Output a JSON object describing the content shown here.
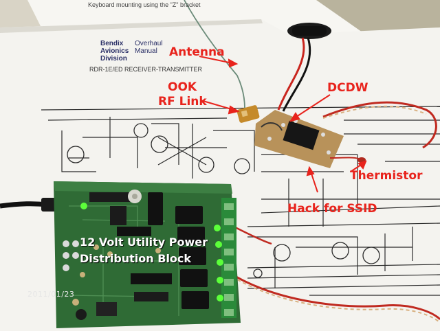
{
  "callouts": {
    "antenna": "Antenna",
    "ook": "OOK",
    "rf_link": "RF Link",
    "dcdw": "DCDW",
    "thermistor": "Thermistor",
    "hack": "Hack for SSID"
  },
  "board_caption": {
    "line1": "12 Volt Utility Power",
    "line2": "Distribution  Block"
  },
  "timestamp": "2011/01/23",
  "manual": {
    "brand_line1": "Bendix",
    "brand_line2": "Avionics",
    "brand_line3": "Division",
    "title_line1": "Overhaul",
    "title_line2": "Manual",
    "doc_title": "RDR-1E/ED RECEIVER-TRANSMITTER",
    "top_note": "Keyboard mounting using the \"Z\" bracket"
  },
  "colors": {
    "callout_red": "#e8231c",
    "board_green": "#2f6b35",
    "led_green": "#5cff3a",
    "paper": "#f4f3ef"
  }
}
